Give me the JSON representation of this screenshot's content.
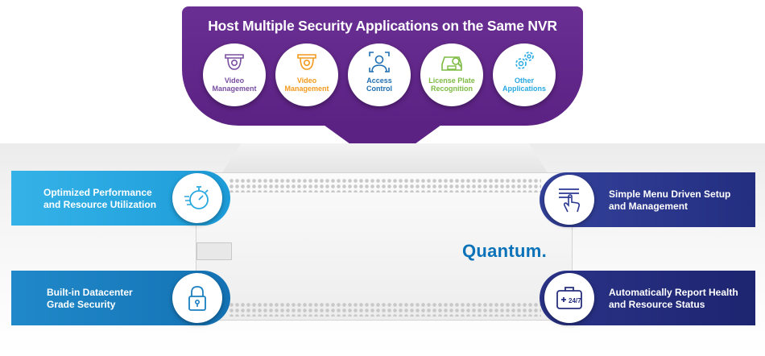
{
  "callout": {
    "title": "Host Multiple Security Applications on the Same NVR",
    "apps": [
      {
        "line1": "Video",
        "line2": "Management",
        "icon": "dome-camera-icon",
        "color": "#7a4fa1"
      },
      {
        "line1": "Video",
        "line2": "Management",
        "icon": "dome-camera-icon",
        "color": "#f39a1e"
      },
      {
        "line1": "Access",
        "line2": "Control",
        "icon": "face-id-icon",
        "color": "#1f6fb2"
      },
      {
        "line1": "License Plate",
        "line2": "Recognition",
        "icon": "car-plate-icon",
        "color": "#7dbb43"
      },
      {
        "line1": "Other",
        "line2": "Applications",
        "icon": "gears-icon",
        "color": "#27a9e1"
      }
    ]
  },
  "server": {
    "brand": "Quantum."
  },
  "features": {
    "performance": {
      "line1": "Optimized Performance",
      "line2": "and Resource Utilization",
      "icon": "stopwatch-icon",
      "color": "#29a8e0"
    },
    "security": {
      "line1": "Built-in Datacenter",
      "line2": "Grade Security",
      "icon": "padlock-icon",
      "color": "#1a7fc1"
    },
    "setup": {
      "line1": "Simple Menu Driven Setup",
      "line2": "and Management",
      "icon": "touch-menu-icon",
      "color": "#2b3990"
    },
    "health": {
      "line1": "Automatically Report Health",
      "line2": "and Resource Status",
      "icon": "medical-kit-icon",
      "color": "#262f7e"
    },
    "health_badge": "24/7"
  }
}
